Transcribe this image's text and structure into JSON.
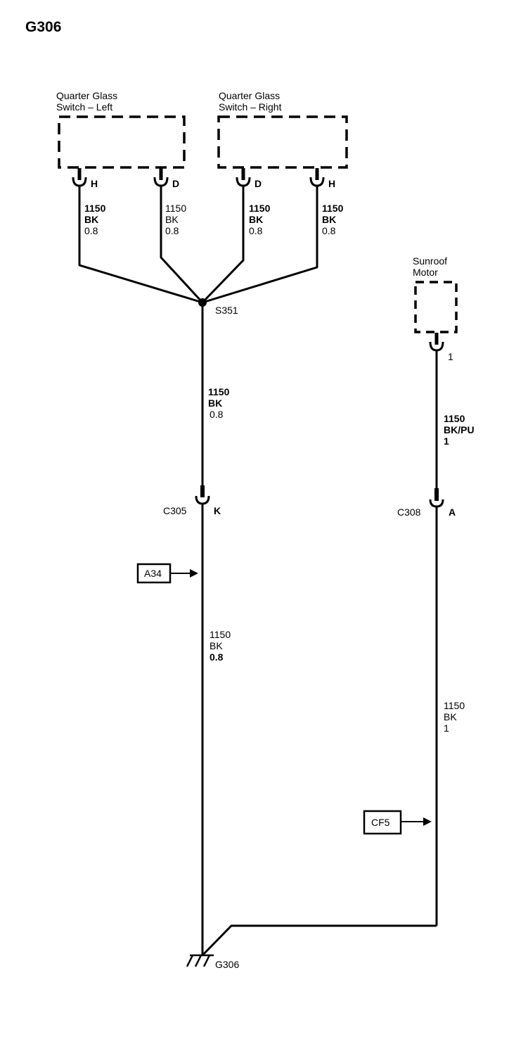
{
  "title": "G306",
  "components": {
    "left_switch": {
      "line1": "Quarter Glass",
      "line2": "Switch – Left"
    },
    "right_switch": {
      "line1": "Quarter Glass",
      "line2": "Switch – Right"
    },
    "sunroof_motor": {
      "line1": "Sunroof",
      "line2": "Motor"
    }
  },
  "pins": {
    "left_h": "H",
    "left_d": "D",
    "right_d": "D",
    "right_h": "H",
    "sunroof": "1"
  },
  "wires": {
    "w1": {
      "circuit": "1150",
      "color": "BK",
      "size": "0.8"
    },
    "w2": {
      "circuit": "1150",
      "color": "BK",
      "size": "0.8"
    },
    "w3": {
      "circuit": "1150",
      "color": "BK",
      "size": "0.8"
    },
    "w4": {
      "circuit": "1150",
      "color": "BK",
      "size": "0.8"
    },
    "trunk_upper": {
      "circuit": "1150",
      "color": "BK",
      "size": "0.8"
    },
    "trunk_lower": {
      "circuit": "1150",
      "color": "BK",
      "size": "0.8"
    },
    "sunroof_upper": {
      "circuit": "1150",
      "color": "BK/PU",
      "size": "1"
    },
    "sunroof_lower": {
      "circuit": "1150",
      "color": "BK",
      "size": "1"
    }
  },
  "splice": "S351",
  "connectors": {
    "c305": {
      "name": "C305",
      "pin": "K"
    },
    "c308": {
      "name": "C308",
      "pin": "A"
    }
  },
  "references": {
    "a34": "A34",
    "cf5": "CF5"
  },
  "ground": "G306"
}
